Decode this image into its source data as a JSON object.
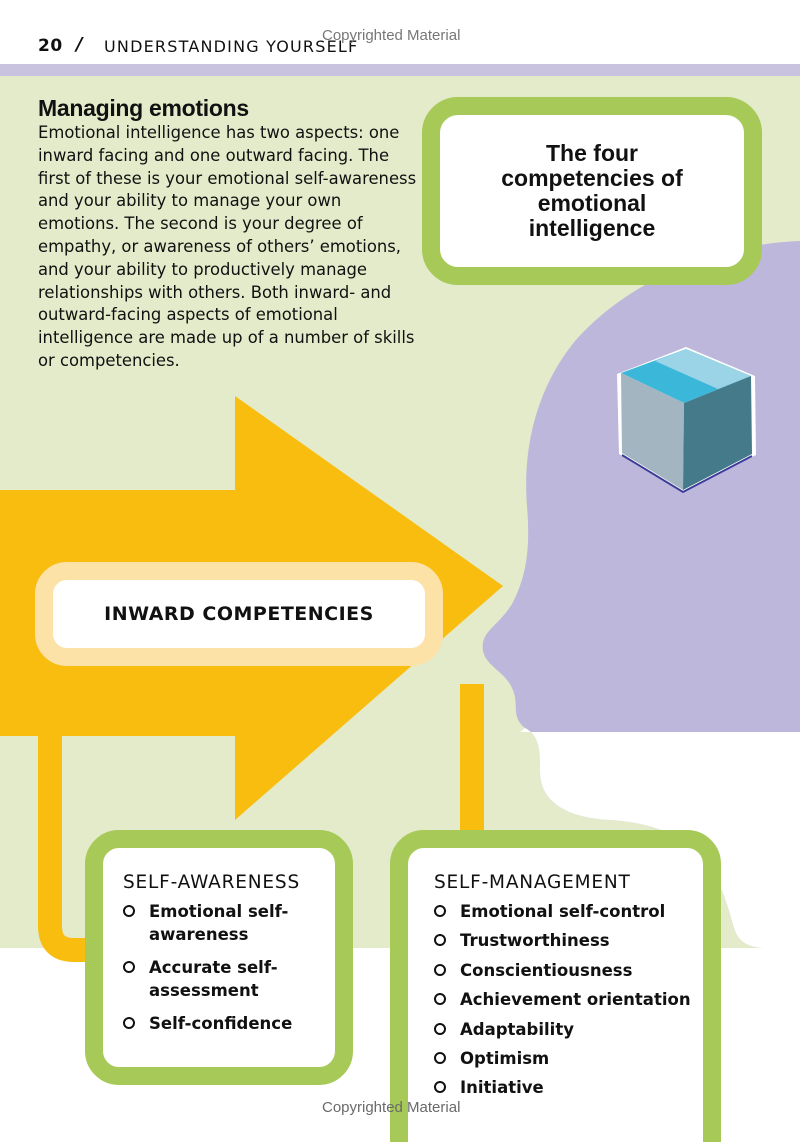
{
  "header": {
    "page_number": "20",
    "separator": "/",
    "section_title": "UNDERSTANDING YOURSELF"
  },
  "watermark": {
    "top": "Copyrighted Material",
    "bottom": "Copyrighted Material"
  },
  "intro": {
    "heading": "Managing emotions",
    "body": "Emotional intelligence has two aspects: one inward facing and one outward facing. The first of these is your emotional self-awareness and your ability to manage your own emotions. The second is your degree of empathy, or awareness of others’ emotions, and your ability to productively manage relationships with others. Both inward- and outward-facing aspects of emotional intelligence are made up of a number of skills or competencies."
  },
  "title_box": {
    "text": "The four competencies of emotional intelligence"
  },
  "inward": {
    "label": "INWARD COMPETENCIES"
  },
  "self_awareness": {
    "title": "SELF-AWARENESS",
    "items": [
      "Emotional self-awareness",
      "Accurate self-assessment",
      "Self-confidence"
    ]
  },
  "self_management": {
    "title": "SELF-MANAGEMENT",
    "items": [
      "Emotional self-control",
      "Trustworthiness",
      "Conscientiousness",
      "Achievement orientation",
      "Adaptability",
      "Optimism",
      "Initiative"
    ]
  },
  "colors": {
    "header_rule": "#c9c3e0",
    "background_green": "#e4ebca",
    "head_lavender": "#bdb7dc",
    "arrow_orange": "#f8bd0e",
    "box_green_border": "#a7c957",
    "inward_box_border": "#fde2a8",
    "cube_top": "#3bb8d9",
    "cube_left": "#a3b5c0",
    "cube_right": "#457a8a"
  },
  "icons": {
    "cube": "cube-icon",
    "head": "head-silhouette",
    "arrow": "arrow-shape"
  }
}
